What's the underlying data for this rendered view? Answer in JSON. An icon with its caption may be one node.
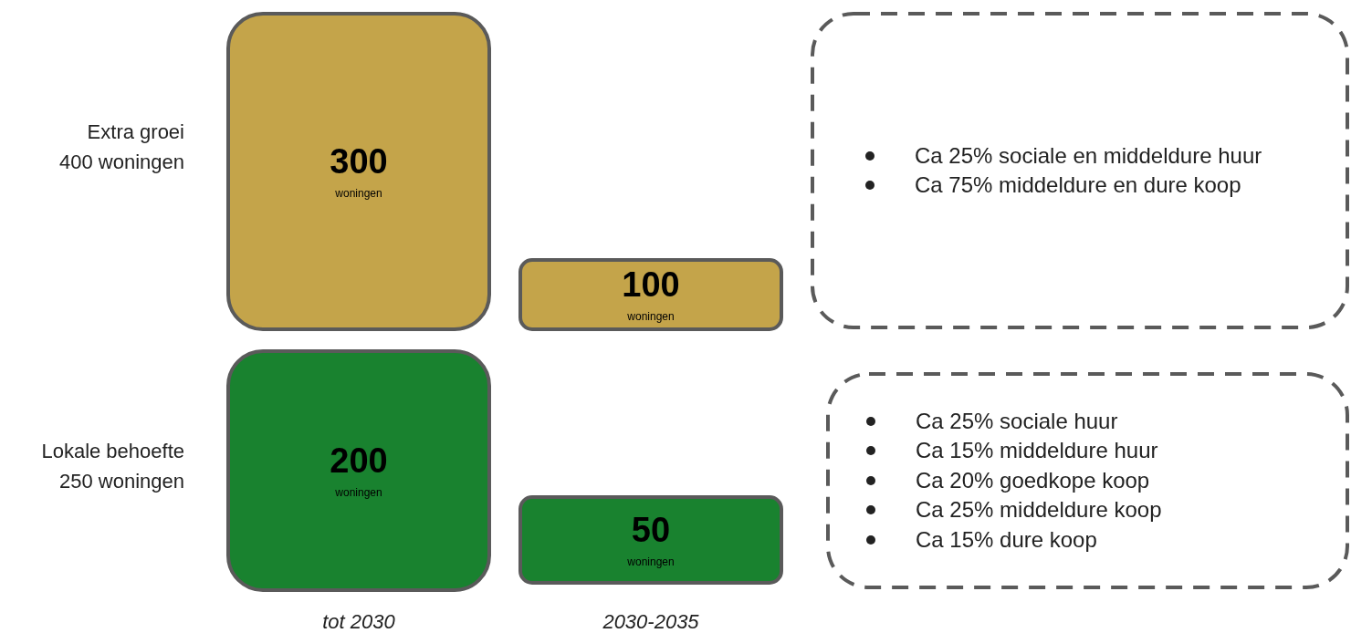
{
  "diagram": {
    "nodes": [
      {
        "text": [
          "300",
          "woningen"
        ]
      },
      {
        "text": [
          "100",
          "woningen"
        ]
      },
      {
        "text": [
          "Ca 25% sociale en middeldure huur",
          "Ca 75% middeldure en dure koop"
        ]
      },
      {
        "text": [
          "200",
          "woningen"
        ]
      },
      {
        "text": [
          "50",
          "woningen"
        ]
      },
      {
        "text": [
          "Ca 25% sociale huur",
          "Ca 15% middeldure huur",
          "Ca 20% goedkope koop",
          "Ca 25% middeldure koop",
          "Ca 15% dure koop"
        ]
      }
    ],
    "labels": [
      "Extra groei 400 woningen",
      "Lokale behoefte 250 woningen",
      "tot 2030",
      "2030-2035"
    ]
  }
}
